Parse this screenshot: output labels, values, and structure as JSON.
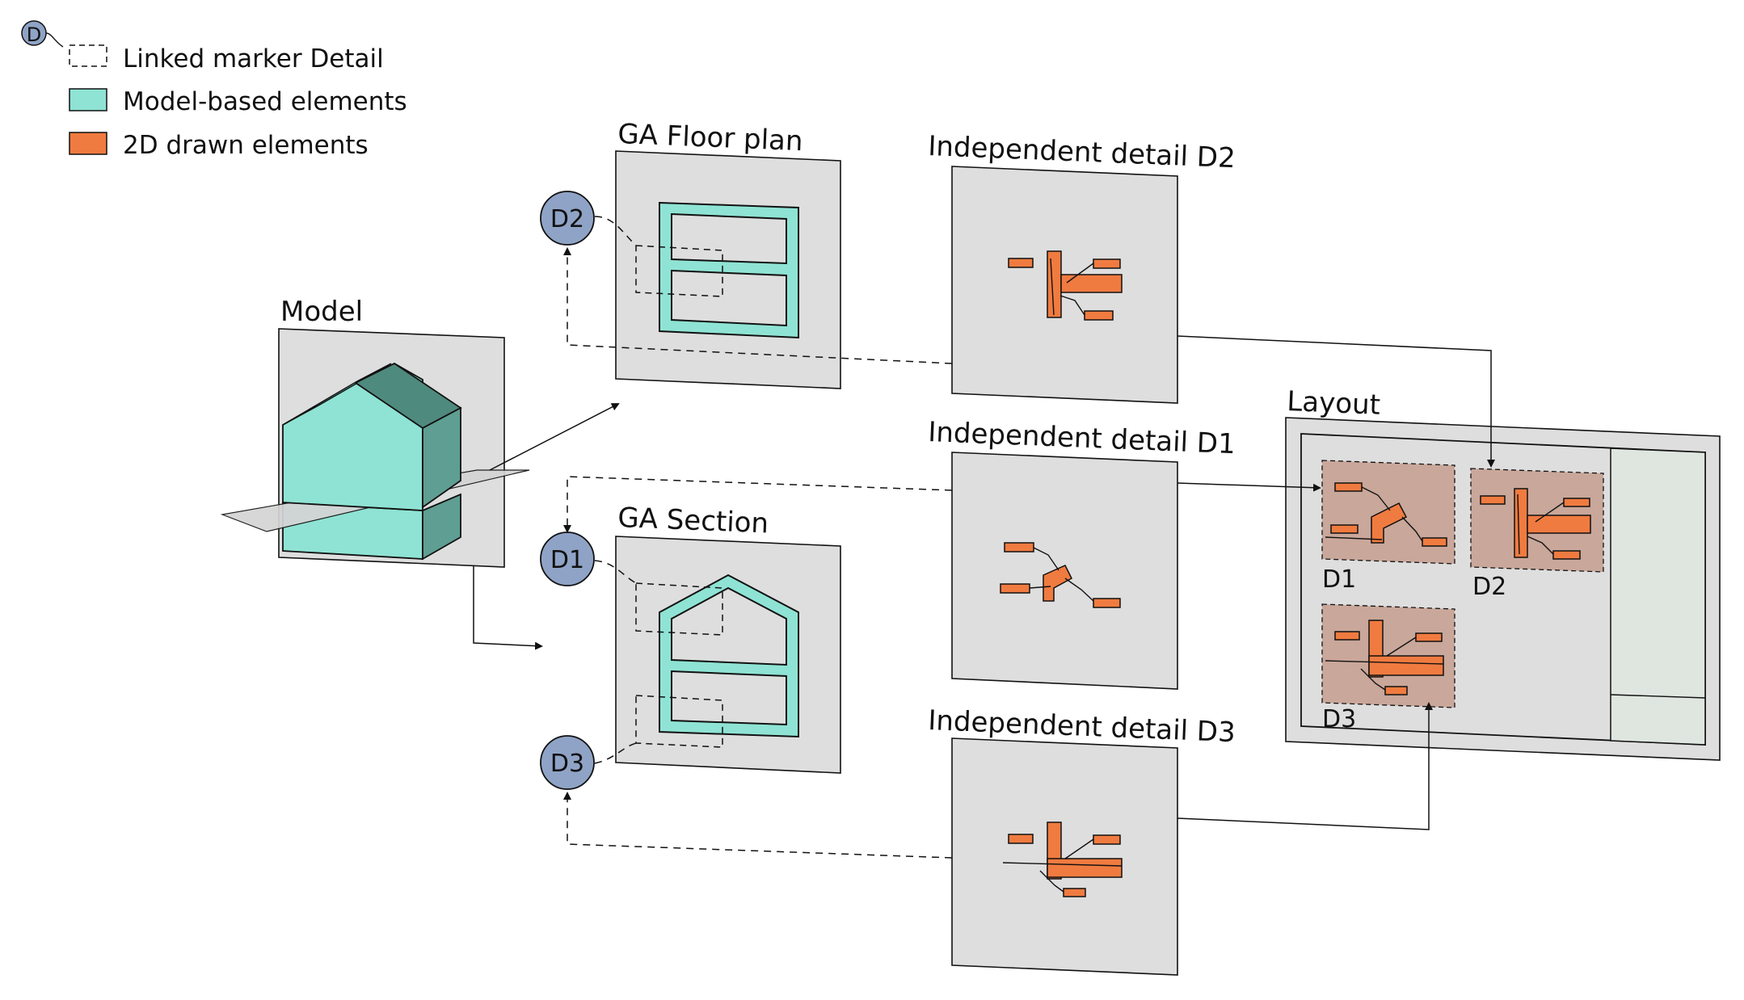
{
  "legend": {
    "marker_symbol": "D",
    "linked_marker_label": "Linked marker Detail",
    "model_label": "Model-based elements",
    "drawn_label": "2D drawn elements"
  },
  "colors": {
    "model_elements": "#8fe3d4",
    "model_dark": "#5f9e92",
    "model_darker": "#4f8a7e",
    "drawn_elements": "#f07b40",
    "marker_fill": "#8fa3c6",
    "panel_fill": "#dedede",
    "detail_region_fill": "#c9a79a",
    "title_block_fill": "#dfe6e0"
  },
  "panels": {
    "model": {
      "title": "Model"
    },
    "floor_plan": {
      "title": "GA Floor plan"
    },
    "section": {
      "title": "GA Section"
    },
    "detail_d2": {
      "title": "Independent detail D2"
    },
    "detail_d1": {
      "title": "Independent detail D1"
    },
    "detail_d3": {
      "title": "Independent detail D3"
    },
    "layout": {
      "title": "Layout"
    }
  },
  "markers": {
    "d2": "D2",
    "d1": "D1",
    "d3": "D3"
  },
  "layout_details": {
    "d1": "D1",
    "d2": "D2",
    "d3": "D3"
  }
}
